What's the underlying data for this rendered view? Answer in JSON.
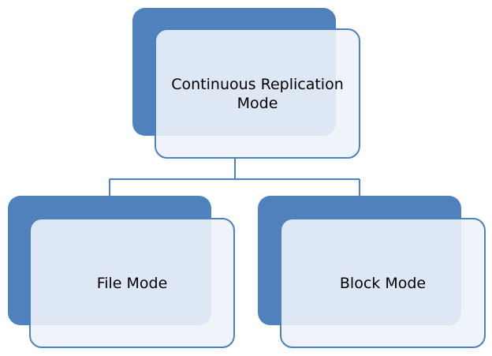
{
  "diagram": {
    "root": {
      "label": "Continuous Replication Mode"
    },
    "children": [
      {
        "label": "File Mode"
      },
      {
        "label": "Block Mode"
      }
    ]
  },
  "colors": {
    "back_fill": "#4f81bd",
    "front_fill": "#edf2f9",
    "border": "#4f81bd",
    "connector": "#4f81bd",
    "text": "#000000"
  }
}
